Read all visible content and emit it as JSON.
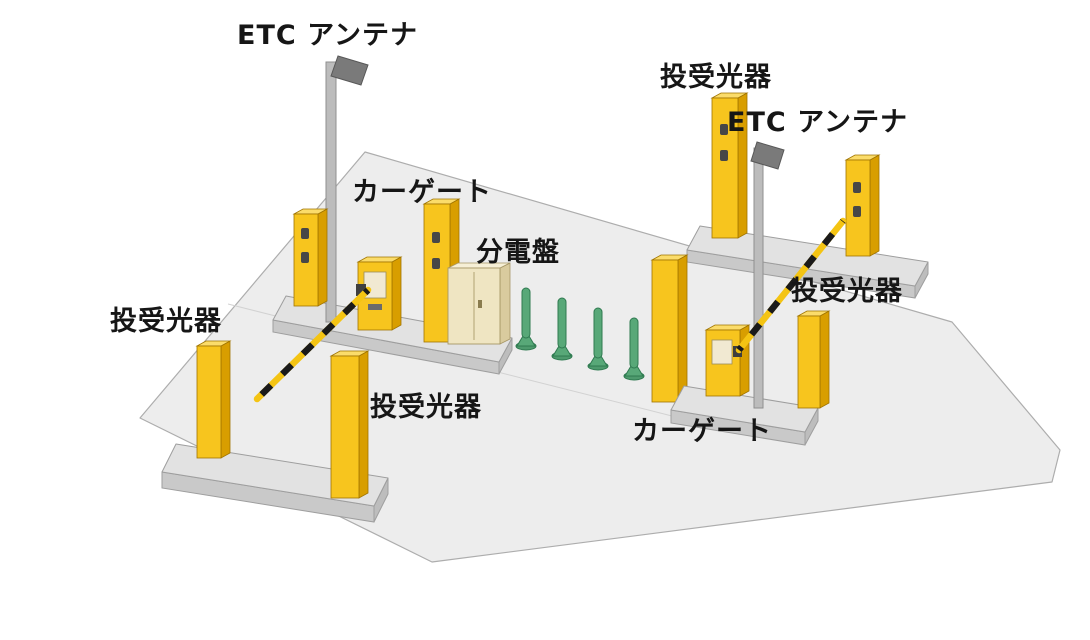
{
  "labels": [
    {
      "id": "etc-antenna-left",
      "text": "ETC アンテナ"
    },
    {
      "id": "sensor-top-right",
      "text": "投受光器"
    },
    {
      "id": "etc-antenna-right",
      "text": "ETC アンテナ"
    },
    {
      "id": "car-gate-left",
      "text": "カーゲート"
    },
    {
      "id": "distribution-board",
      "text": "分電盤"
    },
    {
      "id": "sensor-mid-right",
      "text": "投受光器"
    },
    {
      "id": "sensor-left",
      "text": "投受光器"
    },
    {
      "id": "sensor-bottom-left",
      "text": "投受光器"
    },
    {
      "id": "car-gate-right",
      "text": "カーゲート"
    }
  ],
  "colors": {
    "road": "#EDEDED",
    "island_top": "#E2E2E2",
    "island_side": "#C9C9C9",
    "equipment_yellow": "#F7C51E",
    "equipment_yellow_shade": "#D89E00",
    "equipment_yellow_top": "#FBDC6A",
    "bollard_green": "#58A878",
    "pole_gray": "#BCBCBC",
    "antenna_gray": "#7A7A7A",
    "panel_cream": "#EFE5C2",
    "barrier_stripe": "#1A1A1A",
    "label_text": "#161616"
  }
}
